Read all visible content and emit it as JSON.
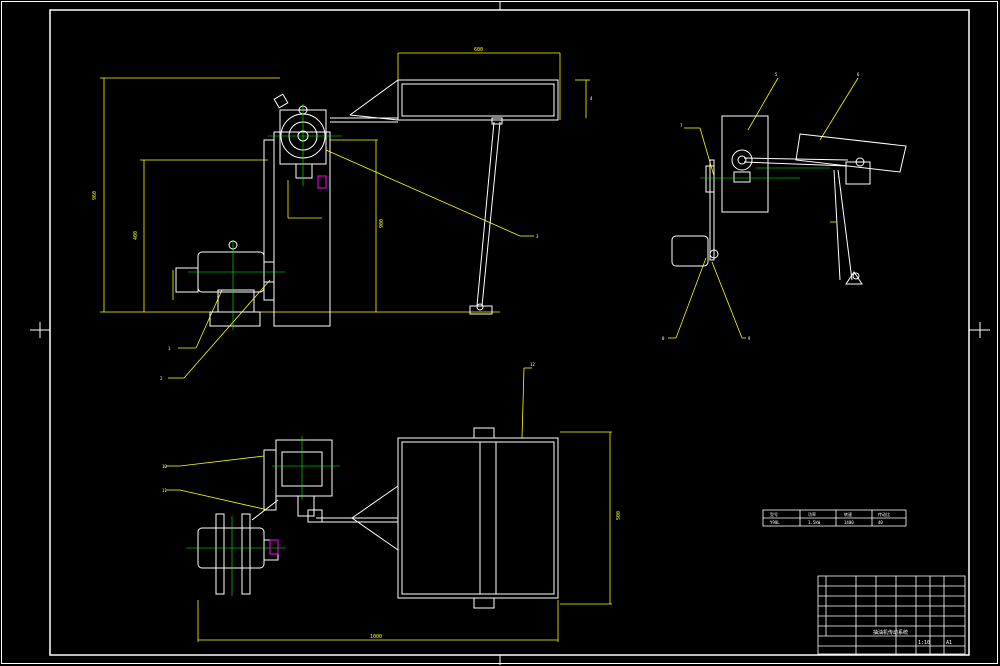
{
  "colors": {
    "background": "#000000",
    "frame": "#ffffff",
    "dimension": "#ffff00",
    "center": "#00ff00",
    "accent": "#ff00ff"
  },
  "dimensions": {
    "top_width": "600",
    "overall_height": "960",
    "mid_height": "400",
    "right_height": "900",
    "bottom_width": "1000",
    "table_height": "500"
  },
  "callouts": [
    "1",
    "2",
    "3",
    "4",
    "5",
    "6",
    "7",
    "8",
    "9",
    "10",
    "11",
    "12"
  ],
  "spec_table": {
    "headers": [
      "型号",
      "功率",
      "转速",
      "传动比"
    ],
    "values": [
      "Y90L",
      "1.5kW",
      "1400",
      "40"
    ]
  },
  "title_block": {
    "drawing_title": "抽油机传动系统",
    "scale": "1:10",
    "sheet": "A1"
  }
}
